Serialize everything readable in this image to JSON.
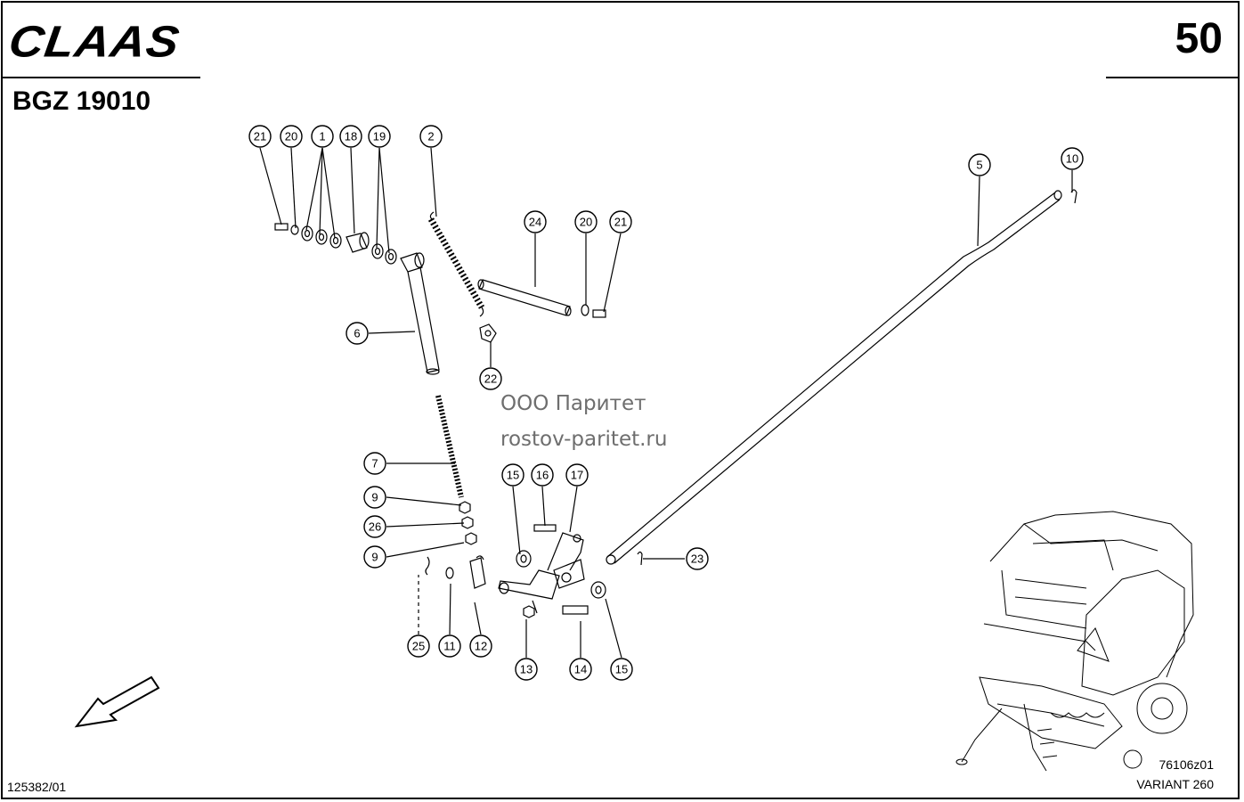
{
  "header": {
    "brand": "CLAAS",
    "page_number": "50",
    "group_code": "BGZ 19010"
  },
  "watermark": {
    "company": "ООО Паритет",
    "site": "rostov-paritet.ru"
  },
  "footer": {
    "doc_number": "125382/01",
    "figure_ref": "76106z01",
    "variant": "VARIANT 260"
  },
  "callouts": {
    "c21a": "21",
    "c20a": "20",
    "c1": "1",
    "c18": "18",
    "c19": "19",
    "c2": "2",
    "c24": "24",
    "c20b": "20",
    "c21b": "21",
    "c5": "5",
    "c10": "10",
    "c6": "6",
    "c22": "22",
    "c7": "7",
    "c9a": "9",
    "c26": "26",
    "c9b": "9",
    "c15a": "15",
    "c16": "16",
    "c17": "17",
    "c23": "23",
    "c25": "25",
    "c11": "11",
    "c12": "12",
    "c13": "13",
    "c14": "14",
    "c15b": "15"
  },
  "colors": {
    "line": "#000000",
    "paper": "#ffffff",
    "watermark": "#6e6e6e"
  },
  "icons": {
    "direction": "direction-arrow-icon",
    "machine": "round-baler-illustration"
  }
}
